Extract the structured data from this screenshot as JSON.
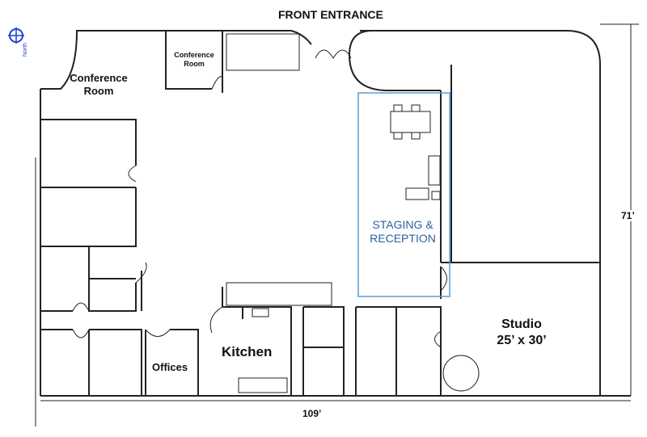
{
  "plan": {
    "front_entrance": "FRONT ENTRANCE",
    "north_label": "North",
    "rooms": {
      "conference_large_line1": "Conference",
      "conference_large_line2": "Room",
      "conference_small_line1": "Conference",
      "conference_small_line2": "Room",
      "staging_line1": "STAGING &",
      "staging_line2": "RECEPTION",
      "kitchen": "Kitchen",
      "offices": "Offices",
      "studio_line1": "Studio",
      "studio_line2": "25’ x 30’"
    },
    "dimensions": {
      "height": "71’",
      "width": "109’"
    }
  },
  "colors": {
    "wall": "#222222",
    "staging_box": "#5a9bd5",
    "staging_text": "#2e5f9e",
    "compass": "#1f3fd1"
  }
}
